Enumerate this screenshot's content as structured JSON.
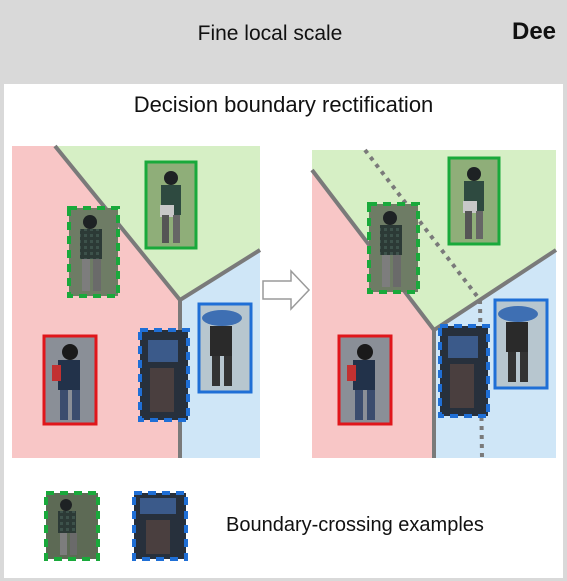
{
  "header": {
    "scale_label": "Fine local scale",
    "right_label_fragment": "Dee"
  },
  "panel": {
    "title": "Decision boundary rectification"
  },
  "legend": {
    "caption": "Boundary-crossing examples"
  },
  "colors": {
    "region_red": "#f8c6c6",
    "region_green": "#d6efc5",
    "region_blue": "#cfe6f7",
    "boundary_line": "#7a7a7a",
    "box_red": "#e0161b",
    "box_green": "#19a93b",
    "box_blue": "#1f6fd6"
  },
  "icons": [
    "arrow-right-icon",
    "person-thumbnail",
    "dashed-box-icon"
  ]
}
